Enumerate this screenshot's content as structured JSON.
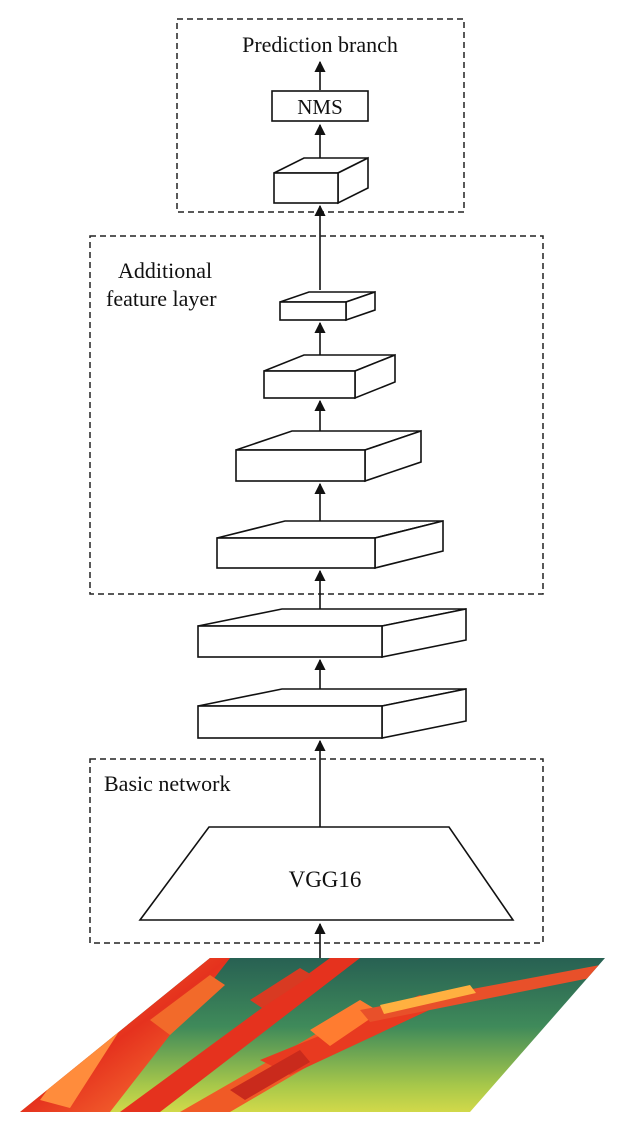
{
  "sections": {
    "prediction": {
      "title": "Prediction branch"
    },
    "additional": {
      "title_lines": [
        "Additional",
        "feature layer"
      ]
    },
    "basic": {
      "title": "Basic network"
    }
  },
  "blocks": {
    "nms": "NMS",
    "vgg": "VGG16"
  },
  "colors": {
    "stroke": "#111111",
    "thermal_hot": "#e8351c",
    "thermal_warm": "#f06a2a",
    "thermal_bg_top": "#2e6b58",
    "thermal_bg_bottom": "#d9d84a"
  }
}
